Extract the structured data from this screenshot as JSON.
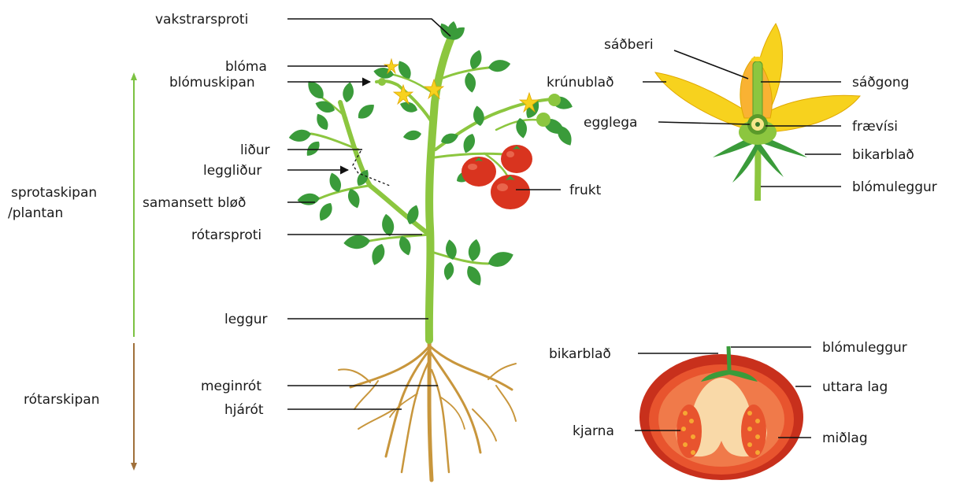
{
  "colors": {
    "stem": "#8cc63f",
    "leaf": "#3a9b3a",
    "leaf_light": "#6cbf3c",
    "root": "#c8963c",
    "petal": "#f7d21e",
    "fruit": "#d9341f",
    "fruit_inner": "#f4a03a",
    "shoot_arrow": "#7cc242",
    "root_arrow": "#a0703a"
  },
  "groups": {
    "shoot": "sprotaskipan",
    "shoot_line2": "/plantan",
    "root": "rótarskipan"
  },
  "plant_labels": {
    "vakstrarsproti": "vakstrarsproti",
    "bloma": "blóma",
    "blomuskipan": "blómuskipan",
    "lidur": "liður",
    "legglidur": "leggliður",
    "samansett": "samansett bløð",
    "rotarsproti": "rótarsproti",
    "leggur": "leggur",
    "meginrot": "meginrót",
    "hjarot": "hjárót",
    "frukt": "frukt"
  },
  "flower_labels": {
    "sadberi": "sáðberi",
    "krunublad": "krúnublað",
    "sadgong": "sáðgong",
    "egglega": "egglega",
    "fraevisi": "frævísi",
    "bikarblad": "bikarblað",
    "blomuleggur": "blómuleggur"
  },
  "fruit_labels": {
    "bikarblad": "bikarblað",
    "blomuleggur": "blómuleggur",
    "uttara_lag": "uttara lag",
    "kjarna": "kjarna",
    "midlag": "miðlag"
  }
}
